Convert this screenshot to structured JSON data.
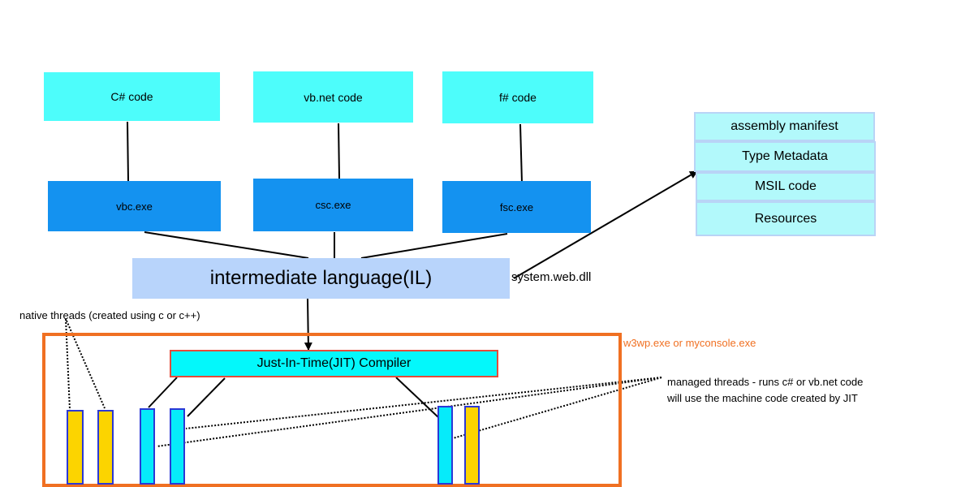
{
  "sources": [
    {
      "label": "C# code"
    },
    {
      "label": "vb.net code"
    },
    {
      "label": "f# code"
    }
  ],
  "compilers": [
    {
      "label": "vbc.exe"
    },
    {
      "label": "csc.exe"
    },
    {
      "label": "fsc.exe"
    }
  ],
  "il": {
    "label": "intermediate language(IL)"
  },
  "dll_label": "system.web.dll",
  "assembly": {
    "parts": [
      "assembly manifest",
      "Type Metadata",
      "MSIL code",
      "Resources"
    ]
  },
  "native_threads_label": "native threads  (created using c or c++)",
  "process_label": "w3wp.exe or myconsole.exe",
  "jit": {
    "label": "Just-In-Time(JIT) Compiler"
  },
  "managed_threads_label": {
    "line1": "managed threads - runs c# or vb.net code",
    "line2": "will use the machine code created by JIT"
  },
  "colors": {
    "source_box": "#4dfdfb",
    "compiler_box": "#1492f0",
    "il_box": "#b8d4fb",
    "assembly_box": "#b2f9fb",
    "jit_box": "#03f8fb",
    "process_border": "#f07022",
    "native_thread": "#fcd400",
    "managed_thread": "#06ebfa",
    "process_label": "#f07022"
  }
}
